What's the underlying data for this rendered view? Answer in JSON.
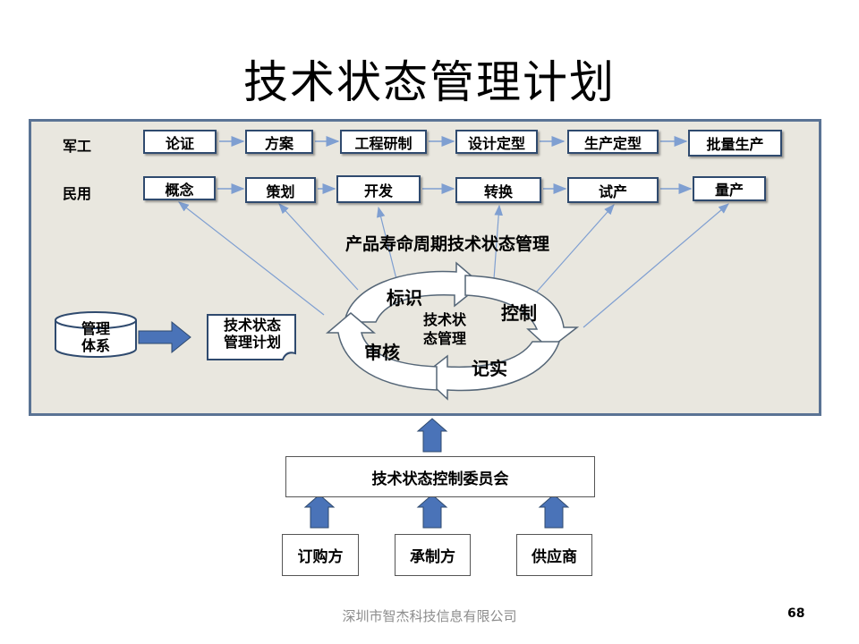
{
  "title": "技术状态管理计划",
  "rows": {
    "military": {
      "label": "军工",
      "stages": [
        "论证",
        "方案",
        "工程研制",
        "设计定型",
        "生产定型",
        "批量生产"
      ]
    },
    "civil": {
      "label": "民用",
      "stages": [
        "概念",
        "策划",
        "开发",
        "转换",
        "试产",
        "量产"
      ]
    }
  },
  "lifecycle_label": "产品寿命周期技术状态管理",
  "management_system": "管理\n体系",
  "plan_doc": "技术状态\n管理计划",
  "cycle": {
    "center": "技术状\n态管理",
    "identify": "标识",
    "control": "控制",
    "record": "记实",
    "audit": "审核"
  },
  "committee": "技术状态控制委员会",
  "parties": [
    "订购方",
    "承制方",
    "供应商"
  ],
  "footer": "深圳市智杰科技信息有限公司",
  "page_number": "68",
  "colors": {
    "panel_bg": "#e9e7df",
    "panel_border": "#5a7394",
    "arrow_fill": "#4a73b8",
    "box_border": "#2f4a6e",
    "thin_arrow": "#7f9fd1"
  }
}
